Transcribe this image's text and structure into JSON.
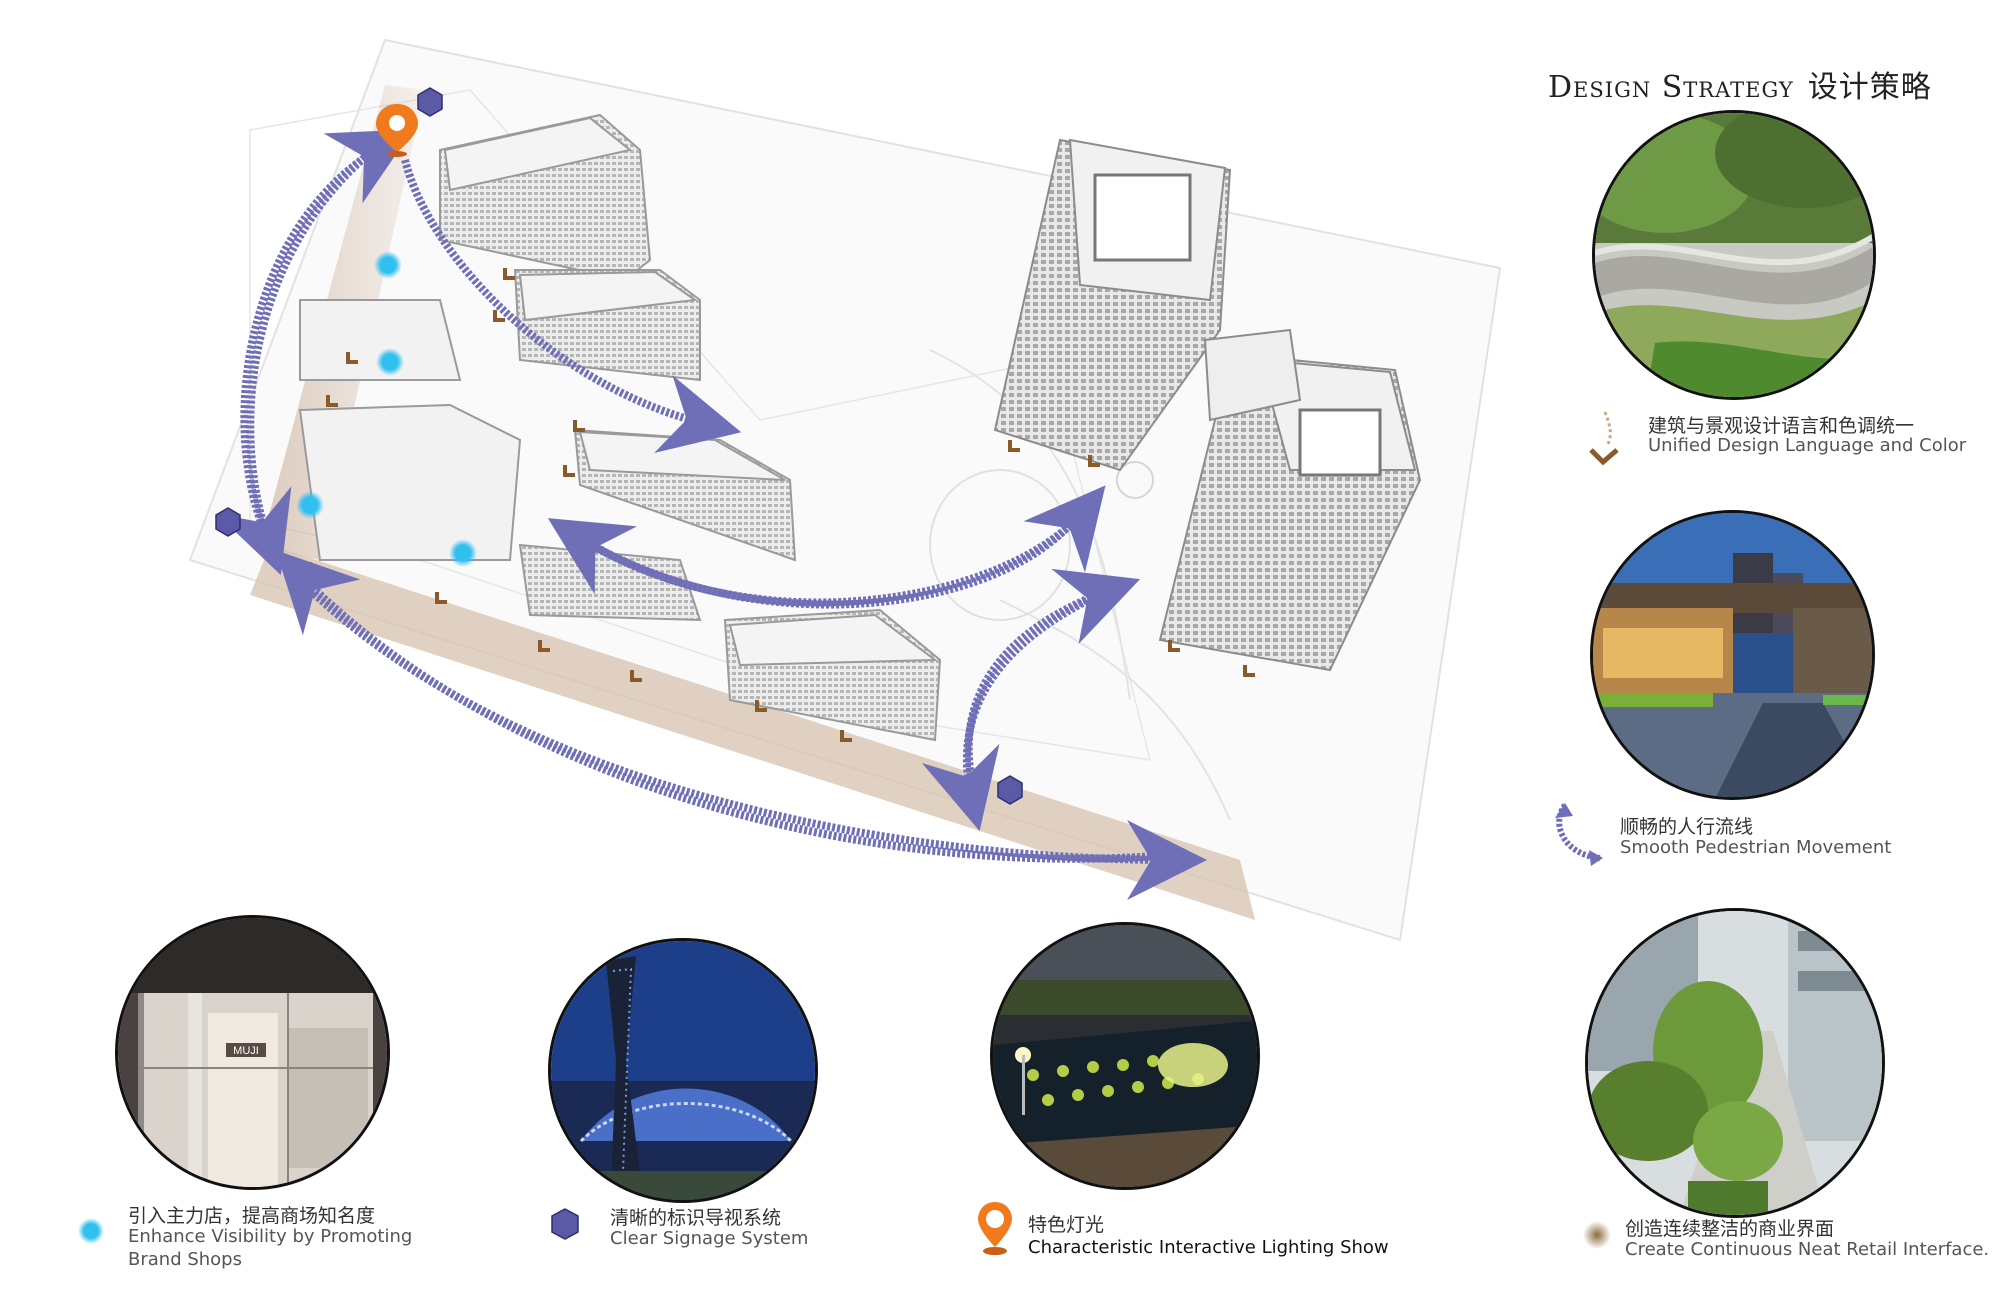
{
  "header": {
    "title_en": "Design Strategy",
    "title_cn": "设计策略"
  },
  "strategies": [
    {
      "cn": "建筑与景观设计语言和色调统一",
      "en": "Unified Design Language and Color",
      "icon": "brown-chevron-icon",
      "photo": "curved-walkway-with-greenery-photo"
    },
    {
      "cn": "顺畅的人行流线",
      "en": "Smooth Pedestrian Movement",
      "icon": "purple-curved-arrow-icon",
      "photo": "night-plaza-with-bridge-photo"
    },
    {
      "cn": "创造连续整洁的商业界面",
      "en": "Create Continuous Neat Retail Interface.",
      "icon": "tan-blur-dot-icon",
      "photo": "tree-lined-retail-street-photo"
    }
  ],
  "legend": [
    {
      "cn": "引入主力店，提高商场知名度",
      "en_line1": "Enhance Visibility by Promoting",
      "en_line2": "Brand Shops",
      "icon": "cyan-dot-icon",
      "photo": "muji-storefront-photo"
    },
    {
      "cn": "清晰的标识导视系统",
      "en": "Clear Signage System",
      "icon": "purple-hexagon-icon",
      "photo": "signage-tower-night-photo"
    },
    {
      "cn": "特色灯光",
      "en": "Characteristic Interactive Lighting Show",
      "icon": "orange-location-pin-icon",
      "photo": "interactive-lighting-plaza-photo"
    }
  ],
  "colors": {
    "path_purple": "#6f6fb8",
    "signage_purple": "#5a5aa6",
    "cyan": "#2fc0f0",
    "pin_orange": "#f07a1e",
    "brown": "#8a5a2b",
    "tan_band": "#d9c6b4",
    "building_gray": "#9a9a9a"
  }
}
